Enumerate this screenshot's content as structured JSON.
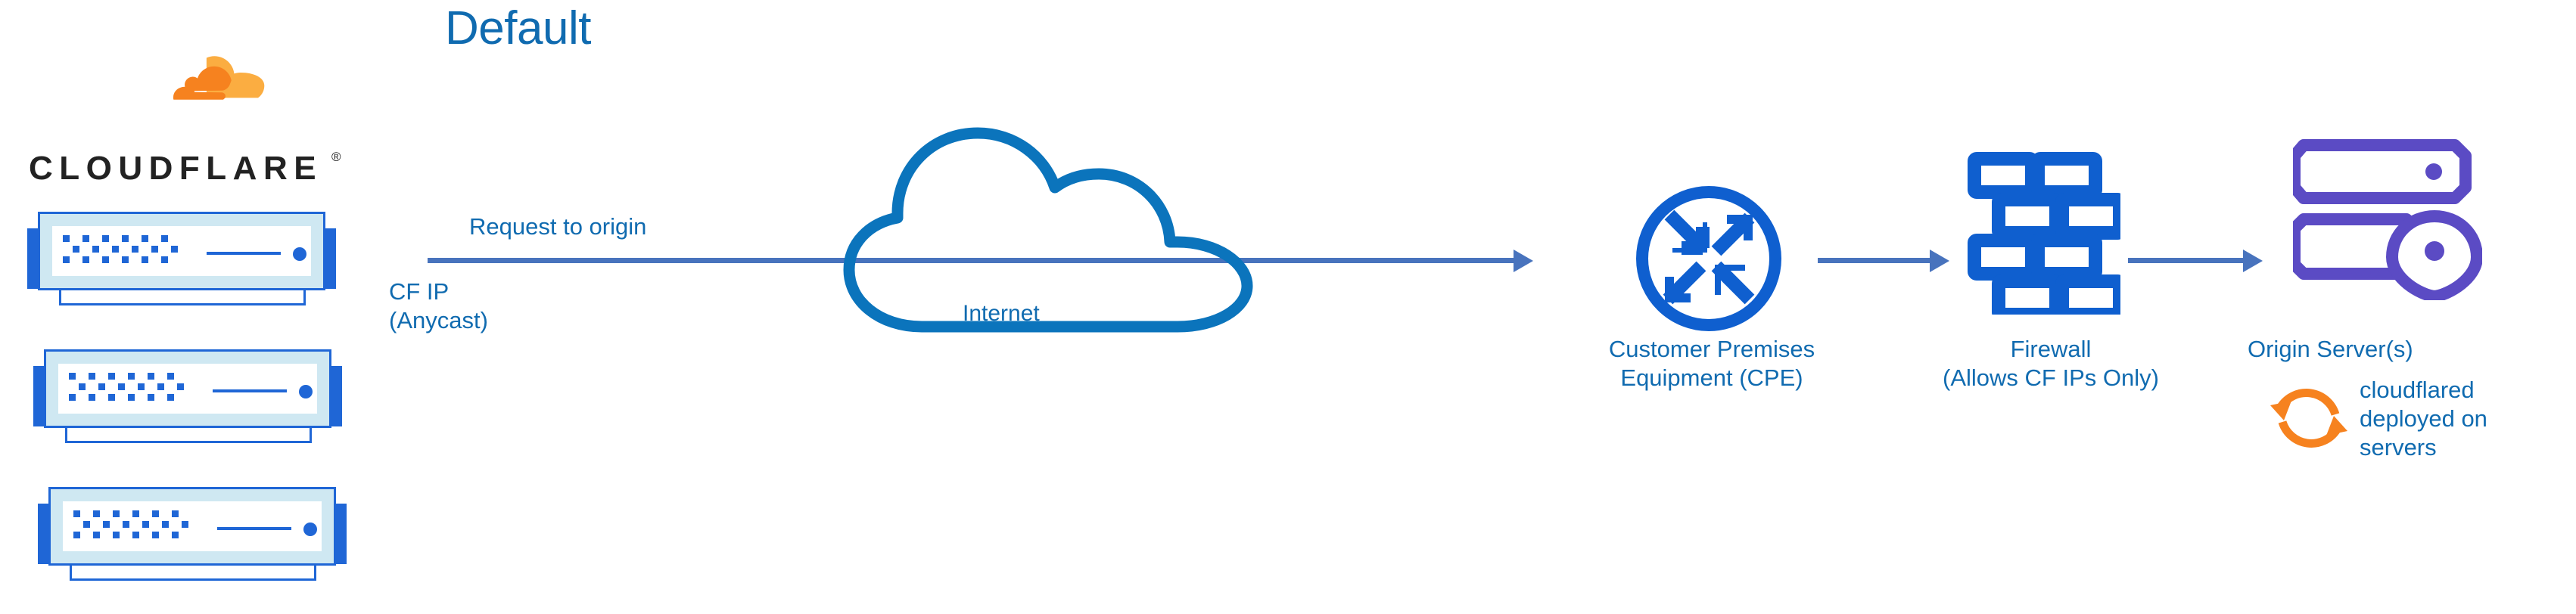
{
  "diagram": {
    "title": "Default",
    "type": "network-traffic-flow"
  },
  "brand": {
    "wordmark": "CLOUDFLARE",
    "registered_mark": "®",
    "logo_icon": "cloudflare-cloud-logo",
    "orange": "#F6821F",
    "orange_light": "#FBAD41",
    "wordmark_color": "#222222"
  },
  "colors": {
    "title_blue": "#106BB0",
    "label_blue": "#106BB0",
    "arrow_blue": "#4873BD",
    "icon_blue": "#0F5FCF",
    "rack_blue": "#1F66D6",
    "rack_fill": "#CFE8F2",
    "cloud_blue": "#0B74BC",
    "origin_purple": "#5B4BC4",
    "cloudflared_orange": "#F6821F"
  },
  "nodes": [
    {
      "id": "cloudflare-edge",
      "icon": "server-rack-stack",
      "count": 3,
      "label": ""
    },
    {
      "id": "internet",
      "icon": "cloud-icon",
      "label": "Internet"
    },
    {
      "id": "cpe",
      "icon": "router-icon",
      "label_line1": "Customer Premises",
      "label_line2": "Equipment (CPE)"
    },
    {
      "id": "firewall",
      "icon": "brick-wall-icon",
      "label_line1": "Firewall",
      "label_line2": "(Allows CF IPs Only)"
    },
    {
      "id": "origin",
      "icon": "server-location-pin-icon",
      "label": "Origin Server(s)"
    }
  ],
  "edges": [
    {
      "id": "edge-origin-request",
      "from": "cloudflare-edge",
      "to": "cpe",
      "label": "Request to origin",
      "sublabel_line1": "CF IP",
      "sublabel_line2": "(Anycast)"
    },
    {
      "id": "edge-cpe-firewall",
      "from": "cpe",
      "to": "firewall",
      "label": ""
    },
    {
      "id": "edge-firewall-origin",
      "from": "firewall",
      "to": "origin",
      "label": ""
    }
  ],
  "annotations": {
    "cloudflared": {
      "icon": "sync-arrows-icon",
      "line1": "cloudflared",
      "line2": "deployed on",
      "line3": "servers"
    }
  },
  "rack": {
    "dot_rows": 3,
    "dots_per_row": 6,
    "indicator": "status-led"
  }
}
